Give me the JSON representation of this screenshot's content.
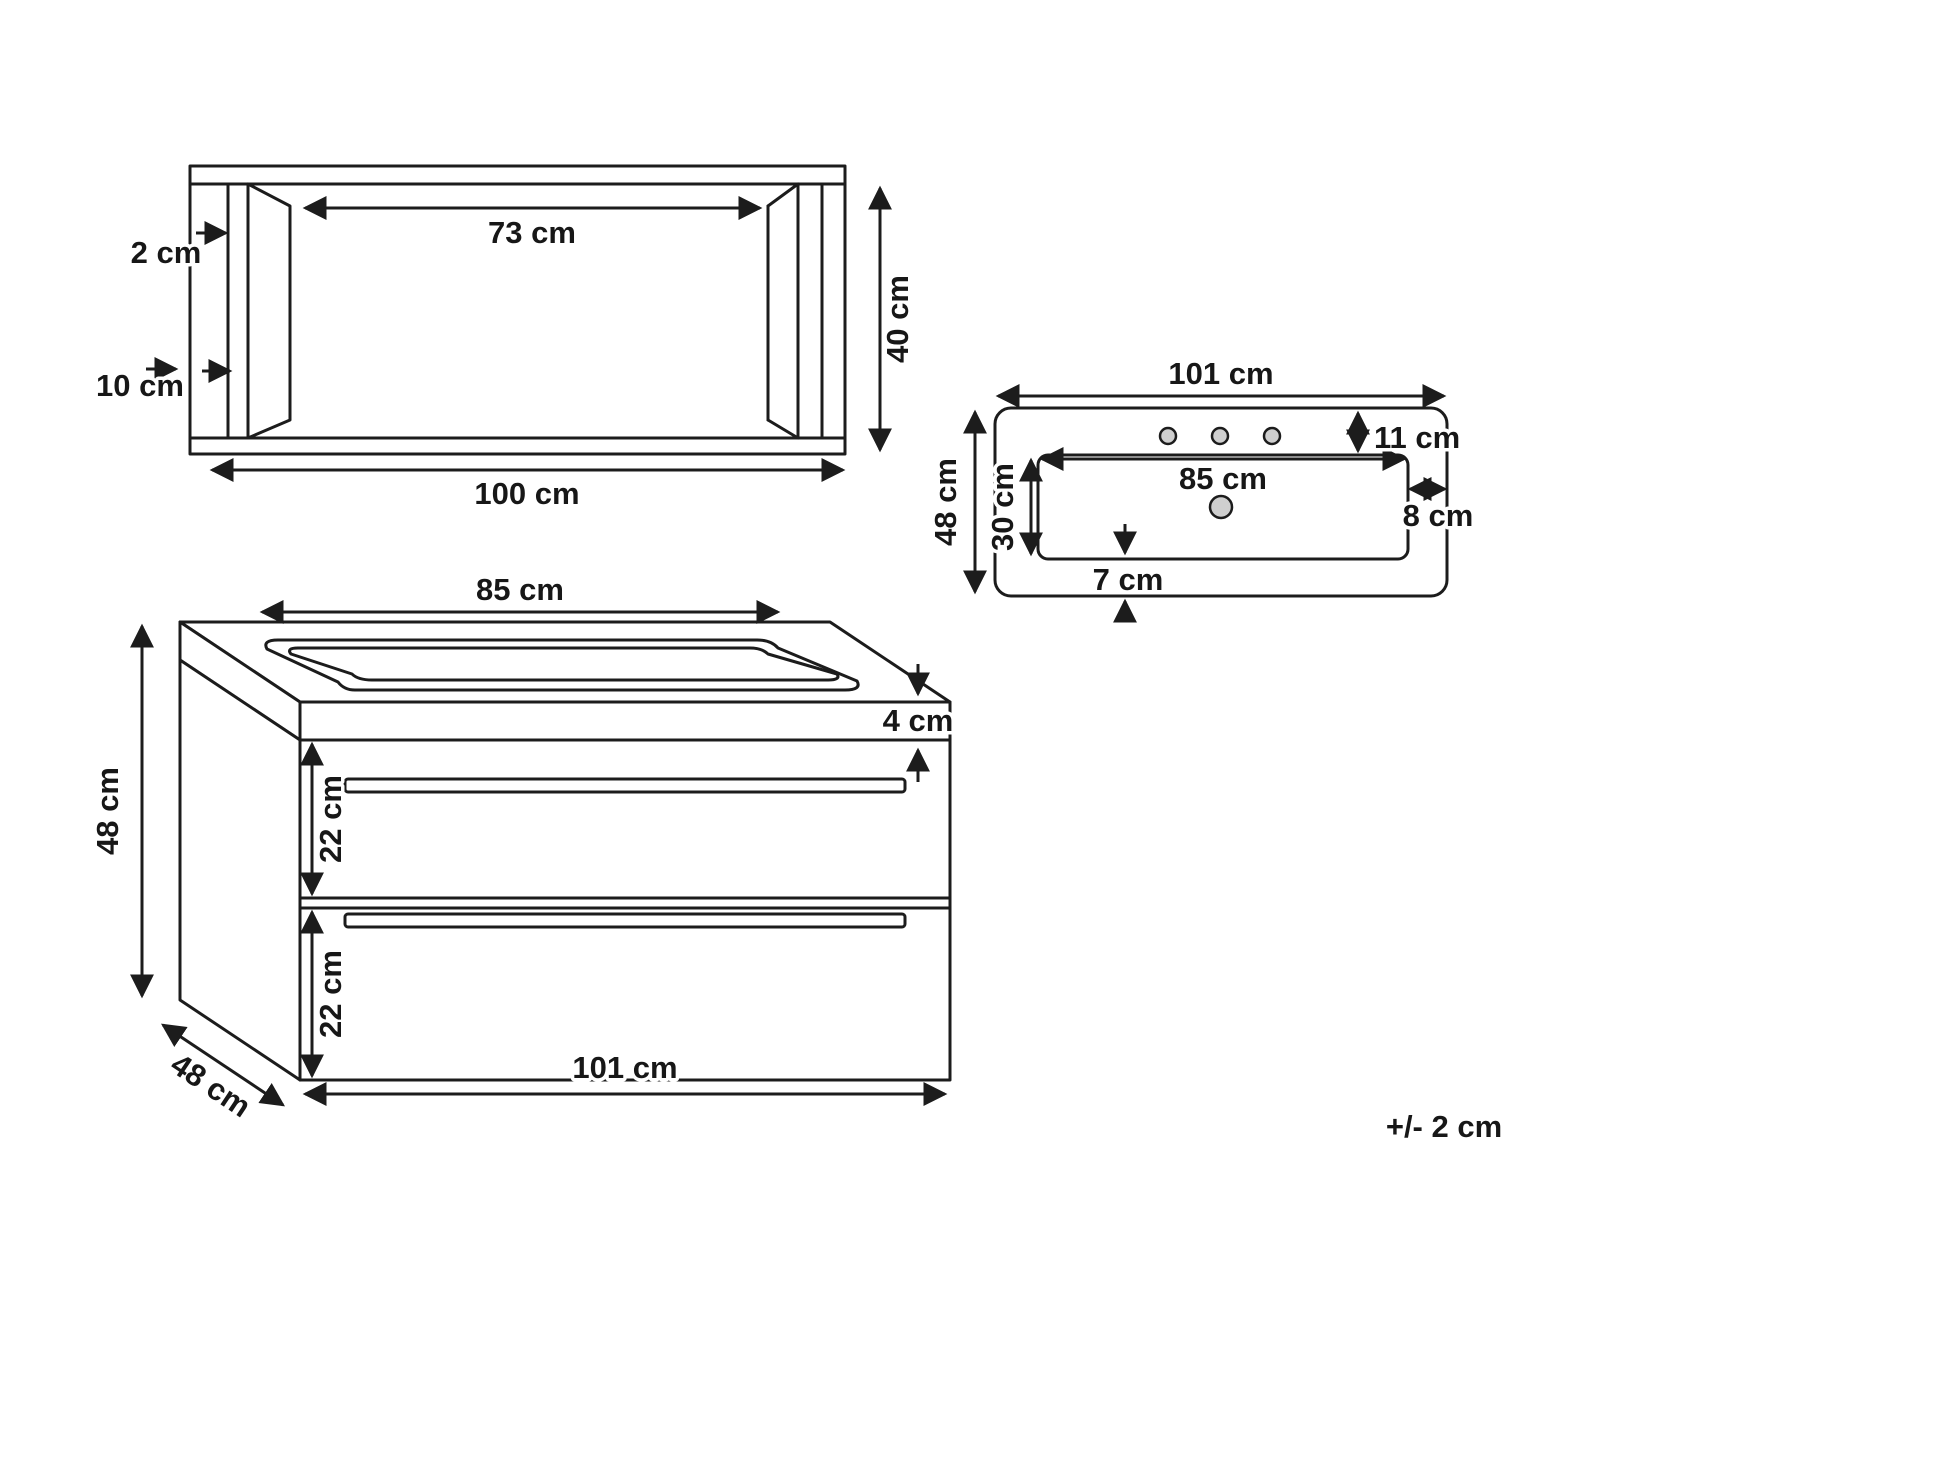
{
  "diagram": {
    "tolerance_note": "+/- 2 cm",
    "mirror": {
      "inner_width": "73 cm",
      "frame_thickness": "2 cm",
      "side_panel_width": "10 cm",
      "height": "40 cm",
      "total_width": "100 cm"
    },
    "washbasin": {
      "total_width": "101 cm",
      "total_depth": "48 cm",
      "bowl_width": "85 cm",
      "bowl_depth": "30 cm",
      "tap_edge_offset": "11 cm",
      "right_edge_offset": "8 cm",
      "front_edge_offset": "7 cm"
    },
    "cabinet": {
      "bowl_width": "85 cm",
      "countertop_thickness": "4 cm",
      "height": "48 cm",
      "upper_drawer_height": "22 cm",
      "lower_drawer_height": "22 cm",
      "total_width": "101 cm",
      "depth": "48 cm"
    }
  }
}
